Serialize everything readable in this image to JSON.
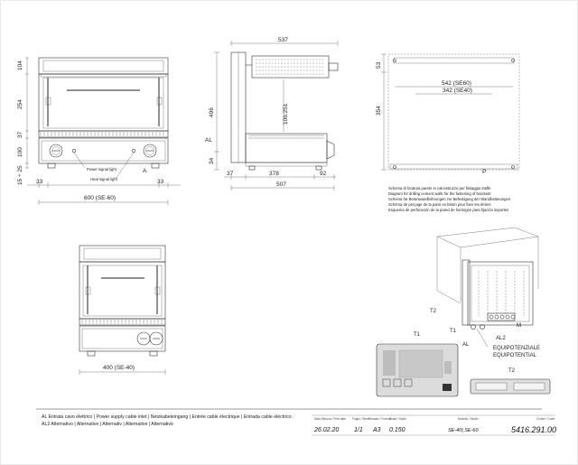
{
  "front_view": {
    "dims": {
      "h_top": "104",
      "h_main": "254",
      "h_37": "37",
      "h_100": "100",
      "h_feet": "15 ÷ 25",
      "side_left": "33",
      "side_right": "33",
      "width": "600 (SE-60)"
    },
    "labels": {
      "power_signal": "Power signal light",
      "heat_signal": "Heat signal light",
      "point_a": "A"
    }
  },
  "side_view": {
    "dims": {
      "top": "537",
      "height": "496",
      "travel": "106:251",
      "al": "AL",
      "h_34": "34",
      "d_37": "37",
      "d_378": "378",
      "d_92": "92",
      "depth": "507"
    }
  },
  "wall_view": {
    "dims": {
      "h_53": "53",
      "w_se60": "542 (SE60)",
      "w_se40": "342 (SE40)",
      "h_354": "354",
      "point_p": "P"
    },
    "notes": [
      "Schema di foratura parete in calcestruzzo per fissaggio staffe",
      "Diagram for drilling cement walls for the fastening of brackets",
      "Schema für Betonwandbohrungen zur Befestigung der Wandhalterungen",
      "Schéma de perçage de la paroi en béton pour fixer les étriers",
      "Esquema de perforación de la pared de hormigón para fijación soportes"
    ]
  },
  "se40_view": {
    "dims": {
      "width": "400 (SE-40)"
    }
  },
  "iso_view": {
    "labels": {
      "t2_top": "T2",
      "t1_top": "T1",
      "t1": "T1",
      "al": "AL",
      "m": "M",
      "al2": "AL2",
      "equip1": "EQUIPOTENZIALE",
      "equip2": "EQUIPOTENTIAL",
      "t2_bottom": "T2"
    }
  },
  "legend": [
    "AL  Entrata cavo elettrico | Power supply cable inlet | Netzkabeleingang | Entrée cable électrique | Entrada cable eléctrico.",
    "AL2  Alternativo | Alternative | Alternativ | Alternative | Alternativo"
  ],
  "title_block": {
    "date_label": "Data Stesura / Print date",
    "date": "26.02.20",
    "sheet_label": "Foglio / Sheet",
    "sheet": "1/1",
    "format_label": "Formato / Format",
    "format": "A3",
    "scale_label": "Scala / Scale",
    "scale": "0.150",
    "model_label": "Modello / Model",
    "model": "SE-40| SE-60",
    "code_label": "Codice / Code",
    "code": "5416.291.00"
  }
}
